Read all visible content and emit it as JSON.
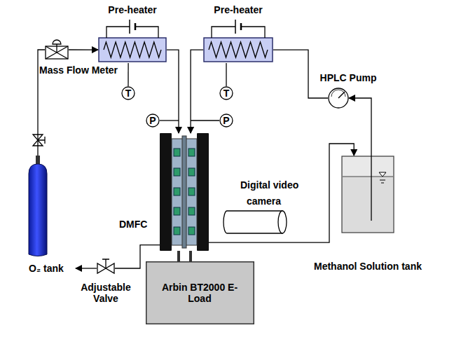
{
  "diagram": {
    "nodes": [
      {
        "text": [
          "Pre-heater"
        ]
      },
      {
        "text": [
          "Pre-heater"
        ]
      },
      {
        "text": [
          "Mass Flow Meter"
        ]
      },
      {
        "text": [
          "HPLC Pump"
        ]
      },
      {
        "text": [
          "T"
        ]
      },
      {
        "text": [
          "T"
        ]
      },
      {
        "text": [
          "P"
        ]
      },
      {
        "text": [
          "P"
        ]
      },
      {
        "text": [
          "Digital video",
          "camera"
        ]
      },
      {
        "text": [
          "DMFC"
        ]
      },
      {
        "text": [
          "Methanol Solution tank"
        ]
      },
      {
        "text": [
          "O₂ tank"
        ]
      },
      {
        "text": [
          "Adjustable Valve"
        ]
      },
      {
        "text": [
          "Arbin BT2000 E-Load"
        ]
      }
    ],
    "edges": [
      {
        "from": 11,
        "to": 2,
        "arrow": "none"
      },
      {
        "from": 2,
        "to": 0,
        "arrow": "to"
      },
      {
        "from": 0,
        "to": 9,
        "arrow": "to"
      },
      {
        "from": 3,
        "to": 1,
        "arrow": "none"
      },
      {
        "from": 1,
        "to": 9,
        "arrow": "to"
      },
      {
        "from": 10,
        "to": 3,
        "arrow": "to"
      },
      {
        "from": 9,
        "to": 10,
        "arrow": "to"
      },
      {
        "from": 9,
        "to": 12,
        "arrow": "none"
      },
      {
        "from": 9,
        "to": 13,
        "arrow": "none"
      },
      {
        "from": 0,
        "to": 4,
        "arrow": "none"
      },
      {
        "from": 1,
        "to": 5,
        "arrow": "none"
      }
    ]
  }
}
